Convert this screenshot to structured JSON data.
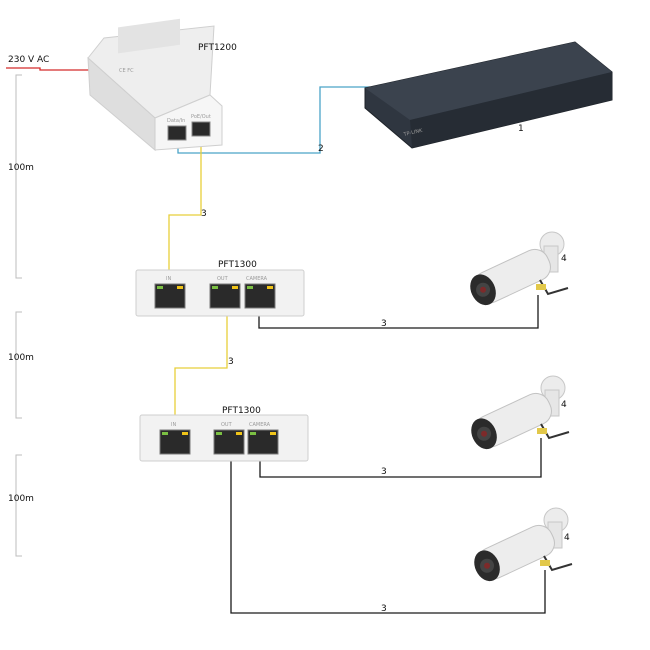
{
  "power": {
    "label": "230 V AC"
  },
  "injector": {
    "model": "PFT1200",
    "port_in_label": "Data/In",
    "port_out_label": "PoE/Out"
  },
  "switch": {
    "number": "1",
    "brand": "TP-LINK"
  },
  "extender_top": {
    "model": "PFT1300",
    "in_label": "IN",
    "out_label": "OUT",
    "camera_label": "CAMERA"
  },
  "extender_bottom": {
    "model": "PFT1300",
    "in_label": "IN",
    "out_label": "OUT",
    "camera_label": "CAMERA"
  },
  "distances": [
    "100m",
    "100m",
    "100m"
  ],
  "cables": {
    "uplink": "2",
    "link_injector_ext1": "3",
    "link_ext1_ext2": "3",
    "cam1_link": "3",
    "cam2_link": "3",
    "cam3_link": "3"
  },
  "cameras": [
    {
      "number": "4"
    },
    {
      "number": "4"
    },
    {
      "number": "4"
    }
  ],
  "colors": {
    "power_line": "#d42a2a",
    "data_line": "#4aa3c8",
    "poe_line": "#e8cf3a",
    "camera_line": "#1a1a1a",
    "device_white": "#f2f2f2",
    "switch_body": "#2f3640"
  }
}
